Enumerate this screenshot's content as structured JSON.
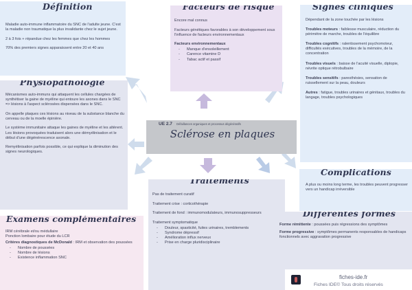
{
  "definition": {
    "title": "Définition",
    "paragraphs": [
      "Maladie auto-immune inflammatoire du SNC de l'adulte jeune. C'est la maladie non traumatique la plus invalidante chez le sujet jeune.",
      "2 à 3 fois + répandue chez les femmes que chez les hommes",
      "70% des premiers signes apparaissent entre 20 et 40 ans"
    ]
  },
  "risk": {
    "title": "Facteurs de risque",
    "p1": "Encore mal connus",
    "p2": "Facteurs génétiques favorables à son développement sous l'influence de facteurs environnementaux",
    "env_label": "Facteurs environnementaux",
    "env_items": [
      "Manque d'ensoleillement",
      "Carence vitamine D",
      "Tabac actif et passif"
    ]
  },
  "signs": {
    "title": "Signes cliniques",
    "intro": "Dépendant de la zone touchée par les lésions",
    "items": [
      {
        "label": "Troubles moteurs",
        "text": " : faiblesse musculaire, réduction du périmètre de marche, troubles de l'équilibre"
      },
      {
        "label": "Troubles cognitifs",
        "text": " : ralentissement psychomoteur, difficultés exécutives, troubles de la mémoire, de la concentration"
      },
      {
        "label": "Troubles visuels",
        "text": " : baisse de l'acuité visuelle, diplopie, névrite optique rétrobulbaire"
      },
      {
        "label": "Troubles sensitifs",
        "text": " : paresthésies, sensation de ruissellement sur la peau, douleurs"
      },
      {
        "label": "Autres",
        "text": " : fatigue, troubles urinaires et génitaux, troubles du langage, troubles psychologiques"
      }
    ]
  },
  "physio": {
    "title": "Physiopathologie",
    "paragraphs": [
      "Mécanismes auto-immuns qui attaquent les cellules chargées de synthétiser la gaine de myéline qui entoure les axones dans le SNC => lésions à l'aspect sclérosées dispersées dans le SNC.",
      "On appelle plaques ces lésions au niveau de la substance blanche du cerveau ou de la moelle épinière.",
      "Le système immunitaire attaque les gaines de myéline et les altèrent. Les lésions provoquées traduisent alors une démyélinisation et le début d'une dégénérescence axonale.",
      "Remyélinisation parfois possible, ce qui explique la diminution des signes neurologiques."
    ]
  },
  "center": {
    "ue": "UE 2.7",
    "ue_sub": "Défaillances organiques et processus dégénératifs",
    "title": "Sclérose en plaques"
  },
  "treat": {
    "title": "Traitements",
    "p1": "Pas de traitement curatif",
    "p2": "Traitement crise : corticothérapie",
    "p3": "Traitement de fond : immunomodulateurs, immunosuppresseurs",
    "p4": "Traitement symptomatique",
    "items": [
      "Douleur, spasticité, fuites urinaires, tremblements",
      "Syndrome dépressif",
      "Amélioration influx nerveux",
      "Prise en charge pluridisciplinaire"
    ]
  },
  "comp": {
    "title": "Complications",
    "text": "A plus ou moins long terme, les troubles peuvent progresser vers un handicap irréversible"
  },
  "exams": {
    "title": "Examens complémentaires",
    "p1": "IRM cérébrale et/ou médullaire",
    "p2": "Ponction lombaire pour étude du LCR",
    "crit_label": "Critères diagnostiques de McDonald",
    "crit_text": " : IRM et observation des poussées",
    "items": [
      "Nombre de poussées",
      "Nombre de lésions",
      "Existence inflammation SNC"
    ]
  },
  "forms": {
    "title": "Différentes formes",
    "items": [
      {
        "label": "Forme rémittente",
        "text": " : poussées puis régressions des symptômes"
      },
      {
        "label": "Forme progressive",
        "text": " : symptômes permanents responsables de handicaps fonctionnels avec aggravation progressive"
      }
    ]
  },
  "footer": {
    "site": "fiches-ide.fr",
    "copy": "Fiches IDE© Tous droits réservés"
  },
  "colors": {
    "arrow_light": "#cfdcec",
    "arrow_mid": "#b9cbe6",
    "arrow_purple": "#c6b9dd"
  }
}
